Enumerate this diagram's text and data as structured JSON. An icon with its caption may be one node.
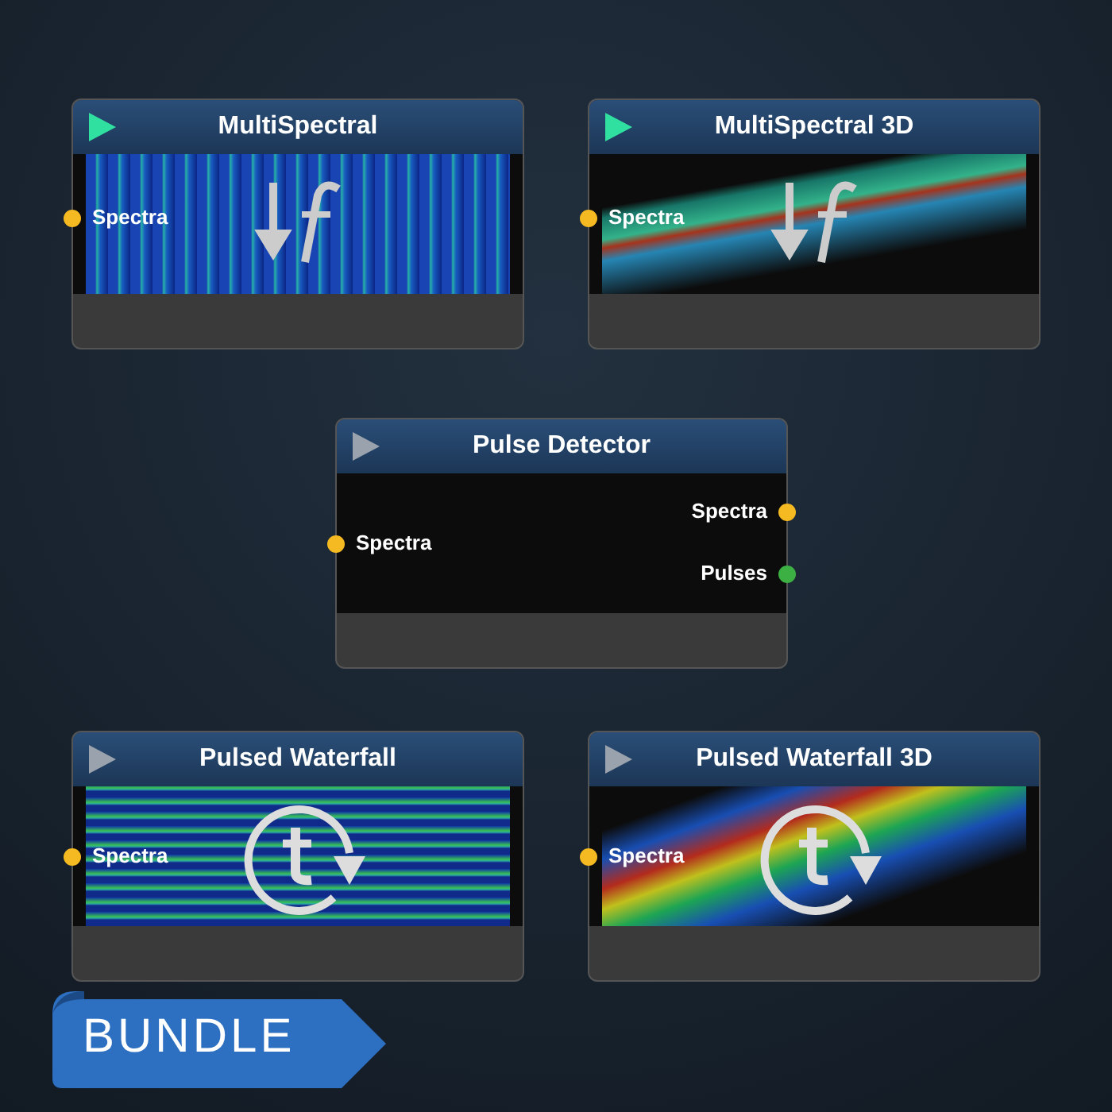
{
  "diagram": {
    "nodes": [
      {
        "text": [
          "MultiSpectral",
          "Spectra"
        ]
      },
      {
        "text": [
          "MultiSpectral 3D",
          "Spectra"
        ]
      },
      {
        "text": [
          "Pulse Detector",
          "Spectra",
          "Spectra",
          "Pulses"
        ]
      },
      {
        "text": [
          "Pulsed Waterfall",
          "Spectra"
        ]
      },
      {
        "text": [
          "Pulsed Waterfall 3D",
          "Spectra"
        ]
      },
      {
        "text": [
          "BUNDLE"
        ]
      }
    ]
  }
}
